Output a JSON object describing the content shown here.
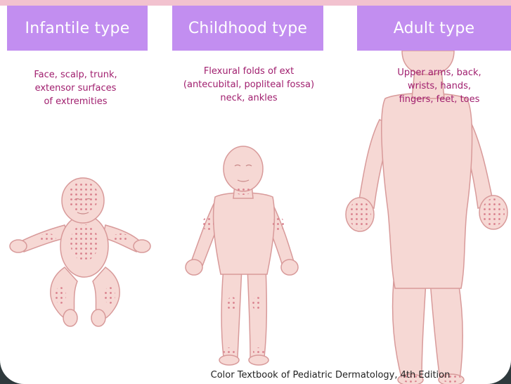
{
  "panels": [
    {
      "header": "Infantile type",
      "description": "Face, scalp, trunk,\nextensor surfaces\nof extremities"
    },
    {
      "header": "Childhood type",
      "description": "Flexural folds of ext\n(antecubital, popliteal fossa)\nneck, ankles"
    },
    {
      "header": "Adult type",
      "description": "Upper arms, back,\nwrists, hands,\nfingers, feet, toes"
    }
  ],
  "caption": "Color Textbook of Pediatric Dermatology, 4th Edition",
  "colors": {
    "header_bg": "#c28ef0",
    "description_text": "#a01e6e",
    "skin": "#f6d8d4",
    "outline": "#d89a9a",
    "lesion": "#e29aa2"
  }
}
